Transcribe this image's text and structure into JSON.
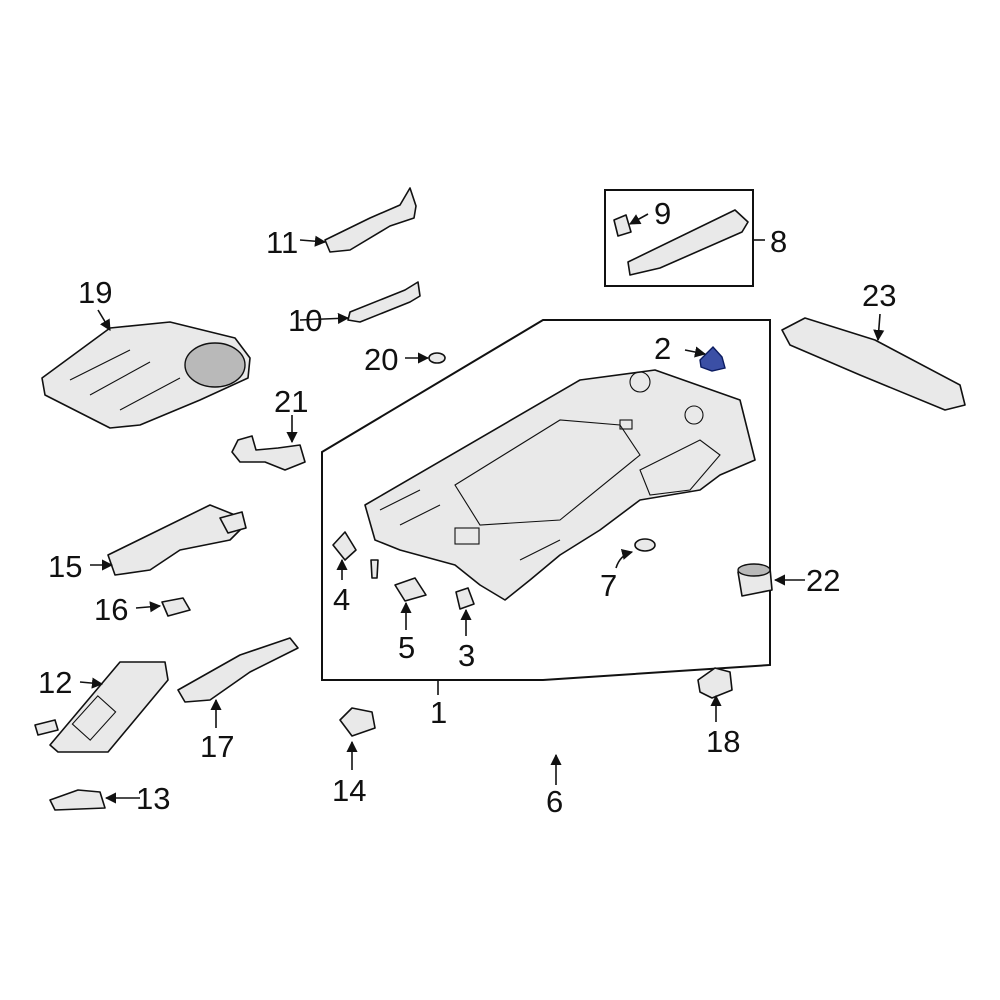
{
  "callouts": {
    "c1": "1",
    "c2": "2",
    "c3": "3",
    "c4": "4",
    "c5": "5",
    "c6": "6",
    "c7": "7",
    "c8": "8",
    "c9": "9",
    "c10": "10",
    "c11": "11",
    "c12": "12",
    "c13": "13",
    "c14": "14",
    "c15": "15",
    "c16": "16",
    "c17": "17",
    "c18": "18",
    "c19": "19",
    "c20": "20",
    "c21": "21",
    "c22": "22",
    "c23": "23"
  },
  "colors": {
    "highlight": "#3b4fa5",
    "line": "#111111",
    "part_fill": "#e9e9e9"
  }
}
